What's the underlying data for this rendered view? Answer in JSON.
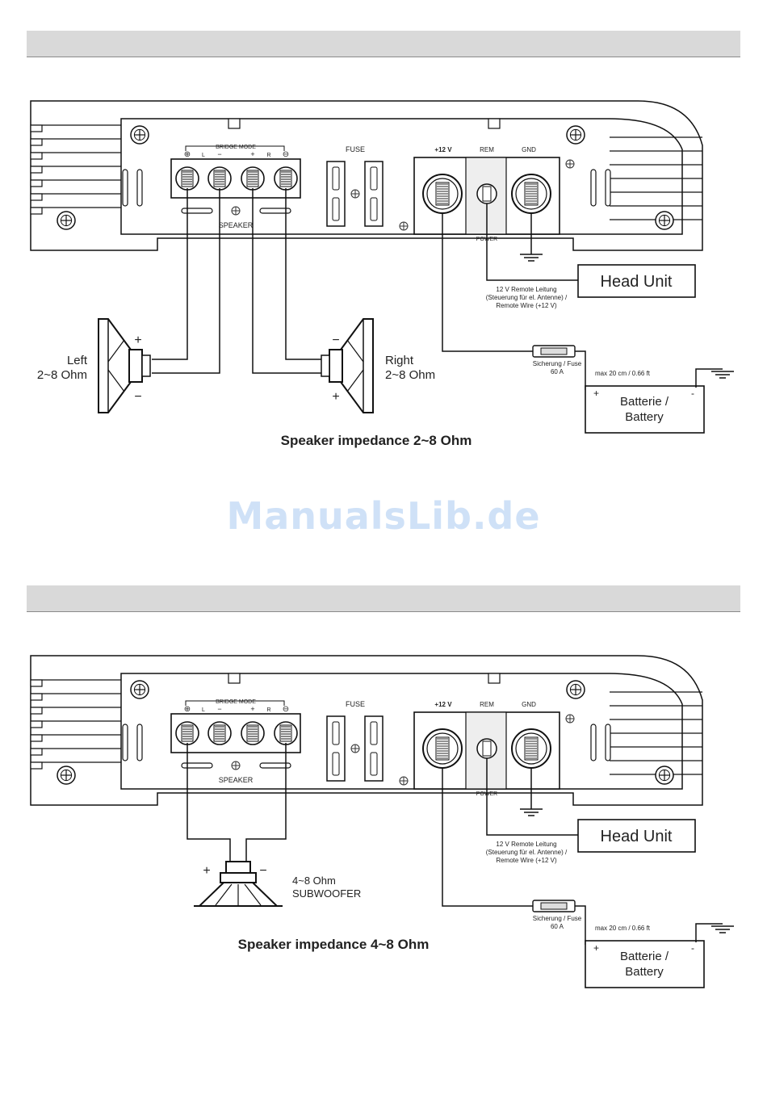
{
  "watermark": "ManualsLib.de",
  "diagram1": {
    "bridge_mode": "BRIDGE MODE",
    "term_plus1": "⊕",
    "term_L": "L",
    "term_minus1": "−",
    "term_plus2": "+",
    "term_R": "R",
    "term_minus2": "⊖",
    "speaker": "SPEAKER",
    "fuse": "FUSE",
    "v12": "+12 V",
    "rem": "REM",
    "gnd": "GND",
    "power": "POWER",
    "head_unit": "Head Unit",
    "remote_1": "12 V Remote Leitung",
    "remote_2": "(Steuerung für el. Antenne) /",
    "remote_3": "Remote Wire (+12 V)",
    "fuse_label_1": "Sicherung / Fuse",
    "fuse_label_2": "60 A",
    "max_len": "max 20 cm / 0.66 ft",
    "battery_1": "Batterie /",
    "battery_2": "Battery",
    "bat_plus": "+",
    "bat_minus": "-",
    "left_1": "Left",
    "left_2": "2~8 Ohm",
    "right_1": "Right",
    "right_2": "2~8 Ohm",
    "left_plus": "+",
    "left_minus": "−",
    "right_minus": "−",
    "right_plus": "+",
    "caption": "Speaker impedance 2~8 Ohm"
  },
  "diagram2": {
    "bridge_mode": "BRIDGE MODE",
    "term_plus1": "⊕",
    "term_L": "L",
    "term_minus1": "−",
    "term_plus2": "+",
    "term_R": "R",
    "term_minus2": "⊖",
    "speaker": "SPEAKER",
    "fuse": "FUSE",
    "v12": "+12 V",
    "rem": "REM",
    "gnd": "GND",
    "power": "POWER",
    "head_unit": "Head Unit",
    "remote_1": "12 V Remote Leitung",
    "remote_2": "(Steuerung für el. Antenne) /",
    "remote_3": "Remote Wire (+12 V)",
    "fuse_label_1": "Sicherung / Fuse",
    "fuse_label_2": "60 A",
    "max_len": "max 20 cm / 0.66 ft",
    "battery_1": "Batterie /",
    "battery_2": "Battery",
    "bat_plus": "+",
    "bat_minus": "-",
    "sub_1": "4~8 Ohm",
    "sub_2": "SUBWOOFER",
    "sub_plus": "+",
    "sub_minus": "−",
    "caption": "Speaker impedance 4~8 Ohm"
  }
}
